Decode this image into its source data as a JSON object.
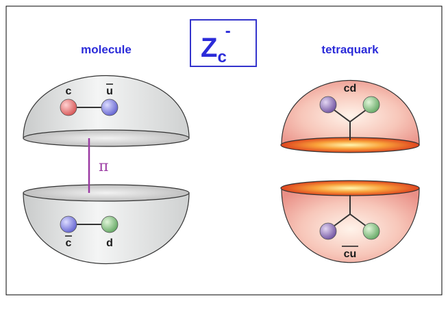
{
  "title": {
    "main": "Z",
    "subscript": "c",
    "superscript": "-"
  },
  "molecule": {
    "heading": "molecule",
    "top_quark_left": "c",
    "top_quark_right": "u",
    "exchange_label": "π",
    "bottom_quark_left": "c",
    "bottom_quark_right": "d"
  },
  "tetraquark": {
    "heading": "tetraquark",
    "top_diquark": "cd",
    "bottom_diquark": "cu"
  },
  "colors": {
    "quark_red": "#e86a6a",
    "quark_blue": "#7f7fe0",
    "quark_green": "#7fc07f",
    "quark_purple": "#8a6bb5",
    "heading_blue": "#2b2bd9",
    "pion_line": "#9b3aa3"
  }
}
